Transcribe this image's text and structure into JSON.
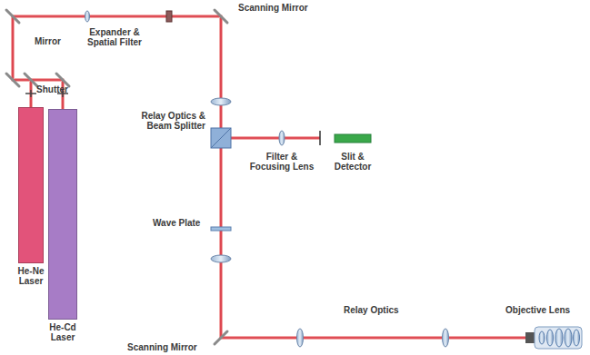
{
  "diagram": {
    "nodes": [
      {
        "text": [
          "He-Ne Laser"
        ]
      },
      {
        "text": [
          "He-Cd Laser"
        ]
      }
    ],
    "labels": [
      "Scanning Mirror",
      "Mirror",
      "Expander & Spatial Filter",
      "Shutter",
      "Relay Optics & Beam Splitter",
      "Filter & Focusing Lens",
      "Slit & Detector",
      "Wave Plate",
      "Scanning Mirror",
      "Relay Optics",
      "Objective Lens"
    ]
  }
}
